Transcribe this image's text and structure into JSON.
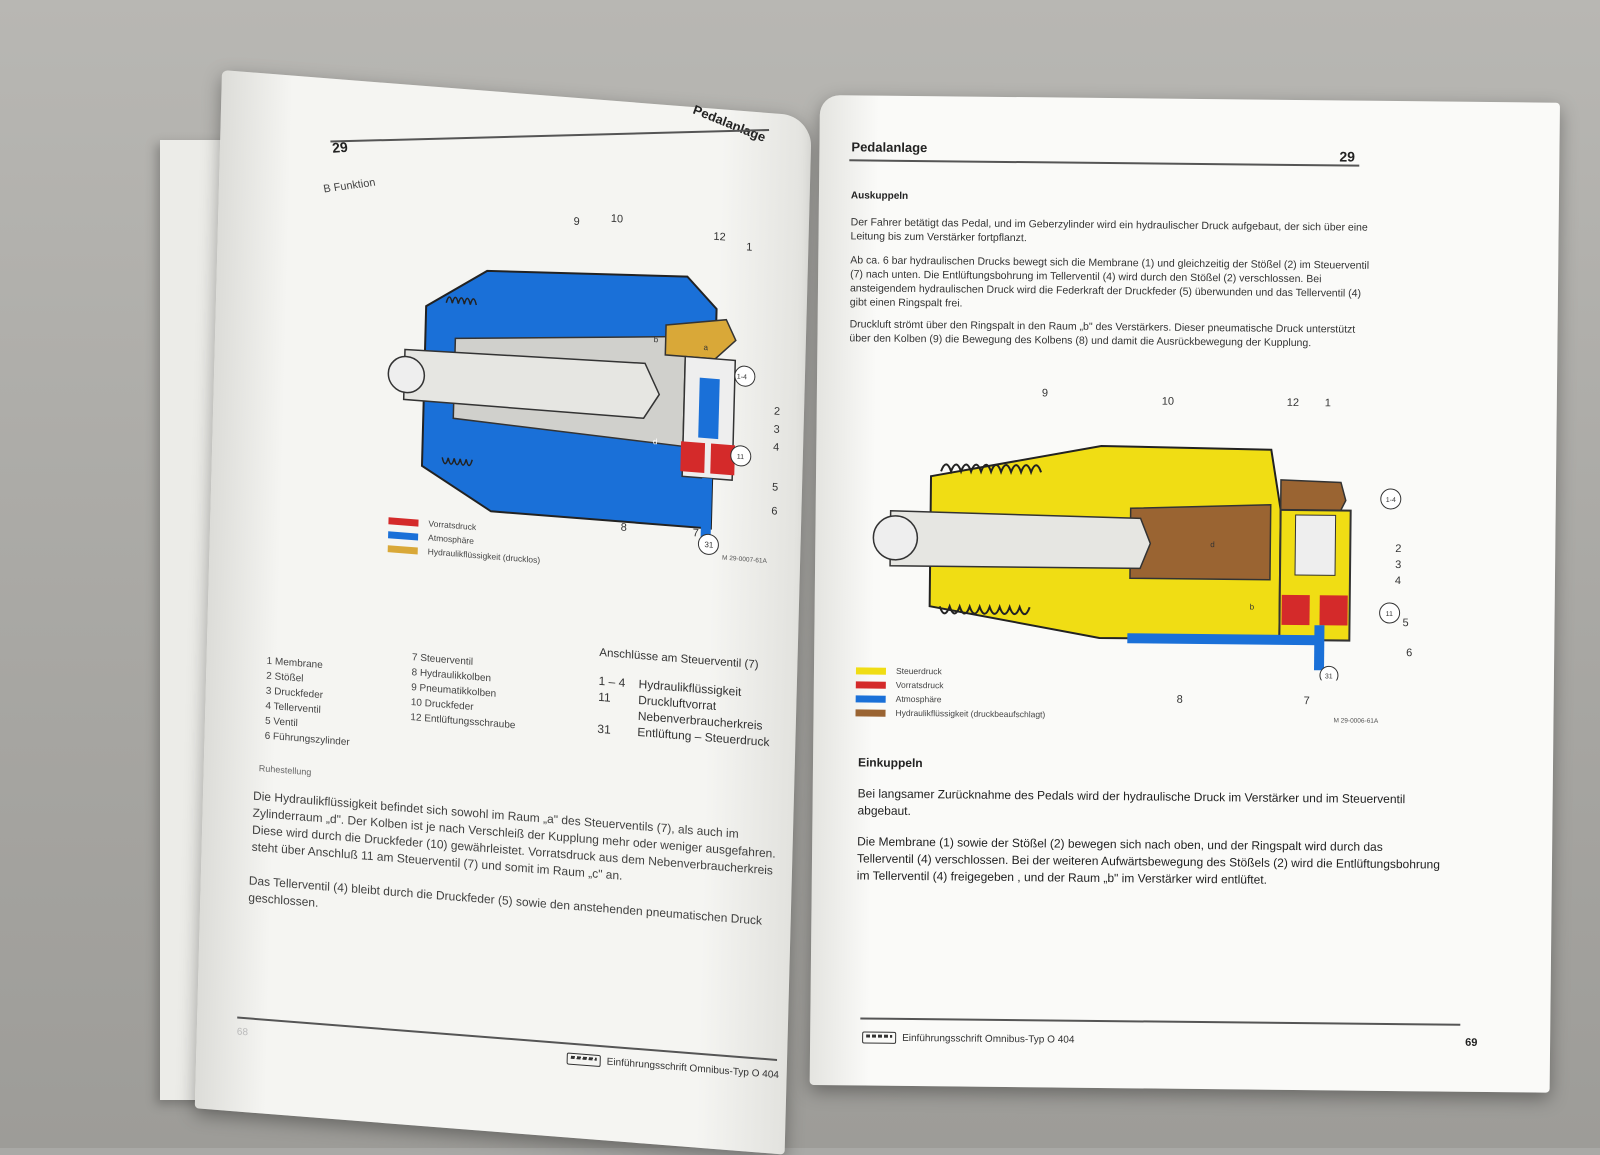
{
  "left_page": {
    "running_head": "Pedalanlage",
    "page_number": "29",
    "section": "B  Funktion",
    "diagram_labels": [
      "9",
      "10",
      "12",
      "1",
      "2",
      "3",
      "4",
      "5",
      "6",
      "8",
      "7",
      "31"
    ],
    "port_labels": [
      "11",
      "1-4"
    ],
    "chamber_labels": [
      "a",
      "b",
      "d"
    ],
    "figure_code": "M 29-0007-61A",
    "legend": [
      {
        "color": "#d42a2a",
        "label": "Vorratsdruck"
      },
      {
        "color": "#1a70d8",
        "label": "Atmosphäre"
      },
      {
        "color": "#d9a838",
        "label": "Hydraulikflüssigkeit (drucklos)"
      }
    ],
    "parts_col1": [
      "1  Membrane",
      "2  Stößel",
      "3  Druckfeder",
      "4  Tellerventil",
      "5  Ventil",
      "6  Führungszylinder"
    ],
    "parts_col2": [
      "7  Steuerventil",
      "8  Hydraulikkolben",
      "9  Pneumatikkolben",
      "10  Druckfeder",
      "12  Entlüftungsschraube"
    ],
    "connections_title": "Anschlüsse am Steuerventil (7)",
    "connections": [
      {
        "k": "1 – 4",
        "v": "Hydraulikflüssigkeit"
      },
      {
        "k": "11",
        "v": "Druckluftvorrat Nebenverbraucherkreis"
      },
      {
        "k": "31",
        "v": "Entlüftung – Steuerdruck"
      }
    ],
    "rest_heading": "Ruhestellung",
    "rest_text": "Die Hydraulikflüssigkeit befindet sich sowohl im Raum „a\" des Steuerventils (7), als auch im Zylinderraum „d\". Der Kolben ist je nach Verschleiß der Kupplung mehr oder weniger ausgefahren. Diese wird durch die Druckfeder (10) gewährleistet. Vorratsdruck aus dem Nebenverbraucherkreis steht über Anschluß 11 am Steuerventil (7) und somit im Raum „c\" an.",
    "rest_text2": "Das Tellerventil (4) bleibt durch die Druckfeder (5) sowie den anstehenden pneumatischen Druck geschlossen.",
    "footer": "Einführungsschrift Omnibus-Typ O 404",
    "footer_page": "68"
  },
  "right_page": {
    "running_head": "Pedalanlage",
    "page_number": "29",
    "auskuppeln_heading": "Auskuppeln",
    "p1": "Der Fahrer betätigt das Pedal, und im Geberzylinder wird ein hydraulischer Druck aufgebaut, der sich über eine Leitung bis zum Verstärker fortpflanzt.",
    "p2": "Ab ca. 6 bar hydraulischen Drucks bewegt sich die Membrane (1) und gleichzeitig der Stößel (2) im Steuerventil (7) nach unten. Die Entlüftungsbohrung im Tellerventil (4) wird durch den Stößel (2) verschlossen. Bei ansteigendem hydraulischen Druck wird die Federkraft der Druckfeder (5) überwunden und das Tellerventil (4) gibt einen Ringspalt frei.",
    "p3": "Druckluft strömt über den Ringspalt in den Raum „b\" des Verstärkers. Dieser pneumatische Druck unterstützt über den Kolben (9) die Bewegung des Kolbens (8) und damit die Ausrückbewegung der Kupplung.",
    "diagram_labels": [
      "9",
      "10",
      "12",
      "1",
      "2",
      "3",
      "4",
      "5",
      "6",
      "8",
      "7",
      "31"
    ],
    "port_labels": [
      "1-4",
      "11"
    ],
    "chamber_labels": [
      "d",
      "b"
    ],
    "figure_code": "M 29-0006-61A",
    "legend": [
      {
        "color": "#f0dd14",
        "label": "Steuerdruck"
      },
      {
        "color": "#d42a2a",
        "label": "Vorratsdruck"
      },
      {
        "color": "#1a70d8",
        "label": "Atmosphäre"
      },
      {
        "color": "#9a6432",
        "label": "Hydraulikflüssigkeit (druckbeaufschlagt)"
      }
    ],
    "einkuppeln_heading": "Einkuppeln",
    "p4": "Bei langsamer Zurücknahme des Pedals wird der hydraulische Druck im Verstärker und im Steuerventil abgebaut.",
    "p5": "Die Membrane (1) sowie der Stößel (2) bewegen sich nach oben, und der Ringspalt wird durch das Tellerventil (4) verschlossen. Bei der weiteren Aufwärtsbewegung des Stößels (2) wird die Entlüftungsbohrung im Tellerventil (4) freigegeben , und der Raum „b\" im Verstärker wird entlüftet.",
    "footer": "Einführungsschrift Omnibus-Typ O 404",
    "footer_page": "69"
  }
}
